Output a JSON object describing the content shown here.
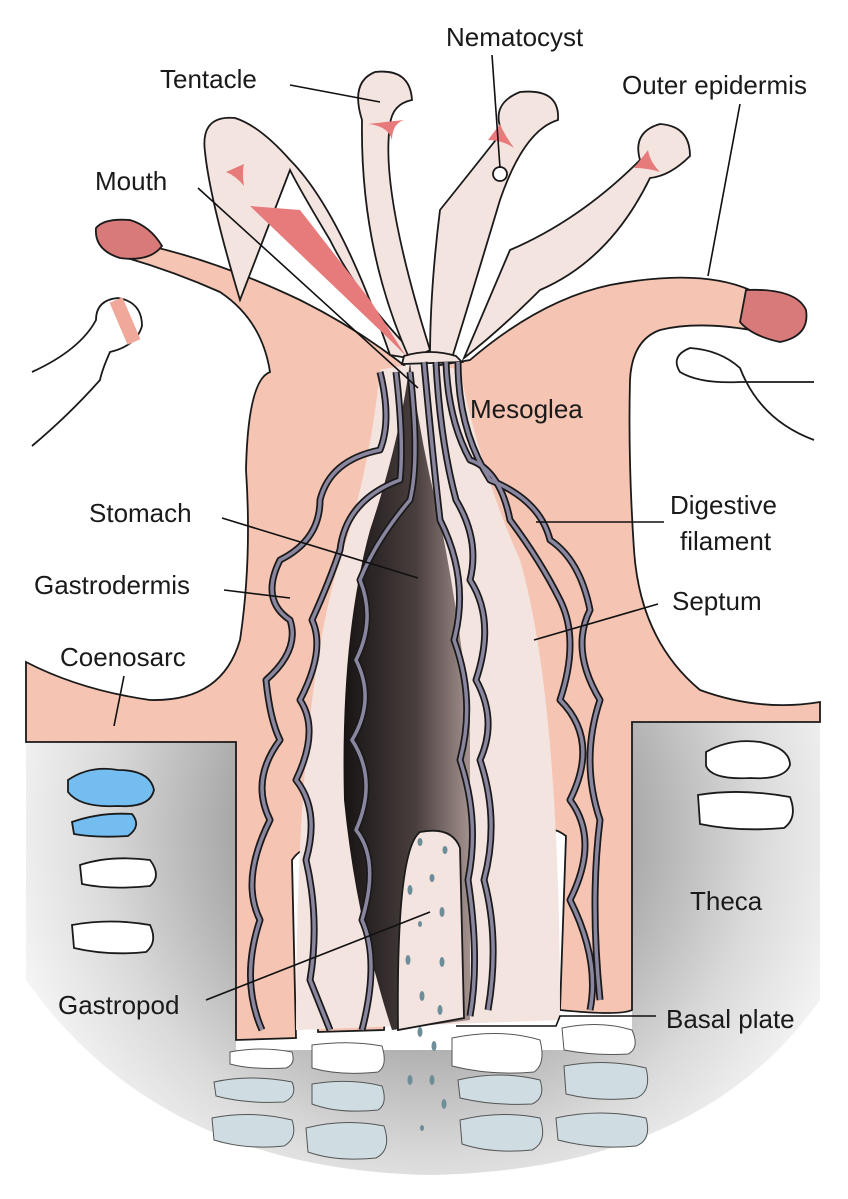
{
  "labels": {
    "nematocyst": "Nematocyst",
    "tentacle": "Tentacle",
    "outer_epidermis": "Outer epidermis",
    "mouth": "Mouth",
    "mesoglea": "Mesoglea",
    "stomach": "Stomach",
    "digestive_1": "Digestive",
    "digestive_2": "filament",
    "gastrodermis": "Gastrodermis",
    "septum": "Septum",
    "coenosarc": "Coenosarc",
    "theca": "Theca",
    "gastropod": "Gastropod",
    "basal_plate": "Basal plate"
  },
  "colors": {
    "tissue": "#f5c4b2",
    "tissue_light": "#f4e4e0",
    "epidermis": "#d97a7a",
    "stomach_dark": "#1e1a1a",
    "septum_line": "#8a86a0",
    "skeleton": "#cfdde2",
    "skeleton_blue": "#74bdf0",
    "calyx_grey": "#b7b7b7",
    "hole_blue": "#6d8d99"
  }
}
